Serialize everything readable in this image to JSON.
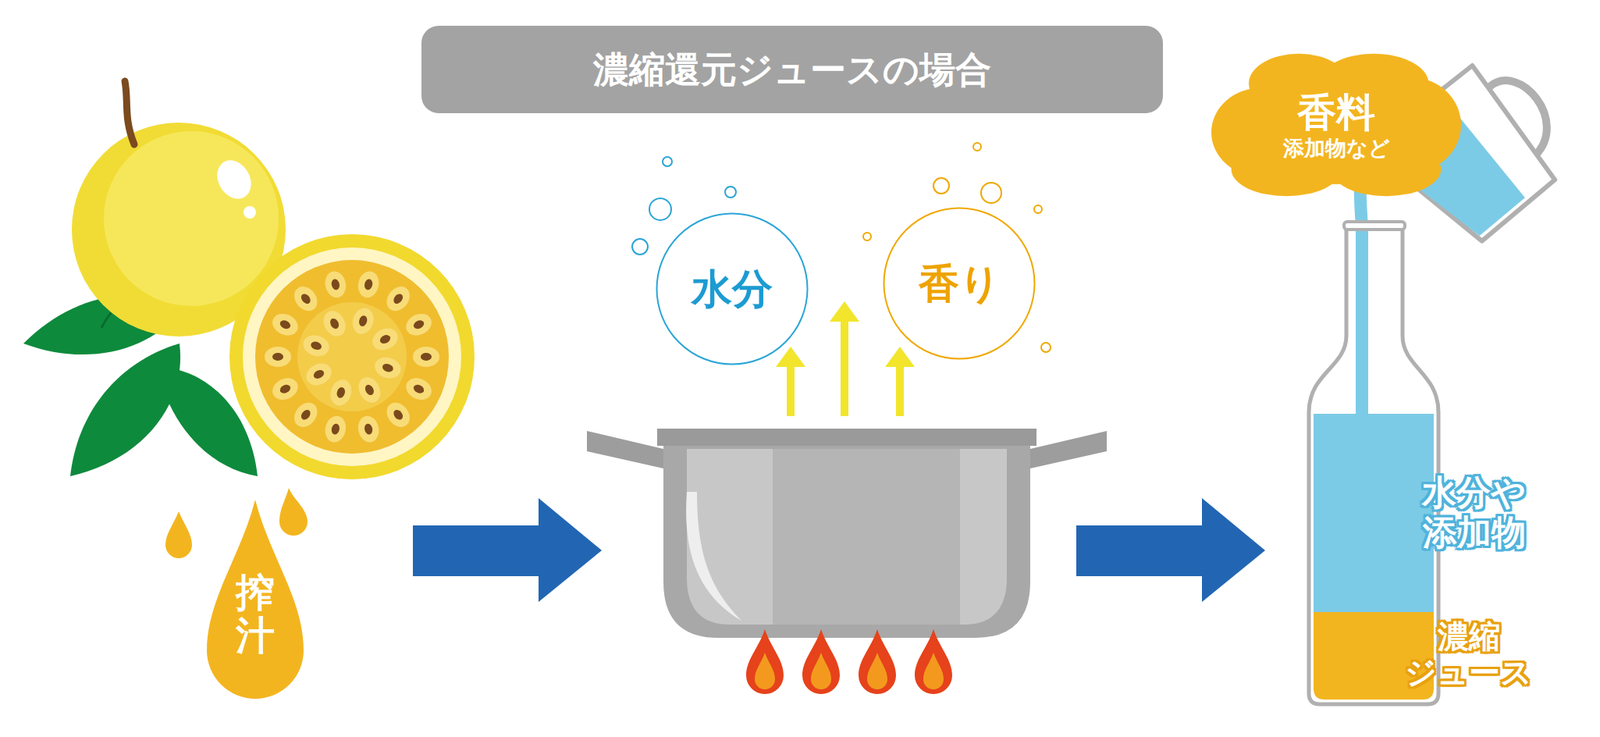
{
  "diagram": {
    "title": "濃縮還元ジュースの場合",
    "nodes": [
      {
        "text": [
          "搾汁"
        ]
      },
      {
        "text": [
          "水分"
        ]
      },
      {
        "text": [
          "香り"
        ]
      },
      {
        "text": [
          "香料",
          "添加物など"
        ]
      }
    ],
    "labels": [
      "水分や 添加物",
      "濃縮 ジュース"
    ]
  }
}
